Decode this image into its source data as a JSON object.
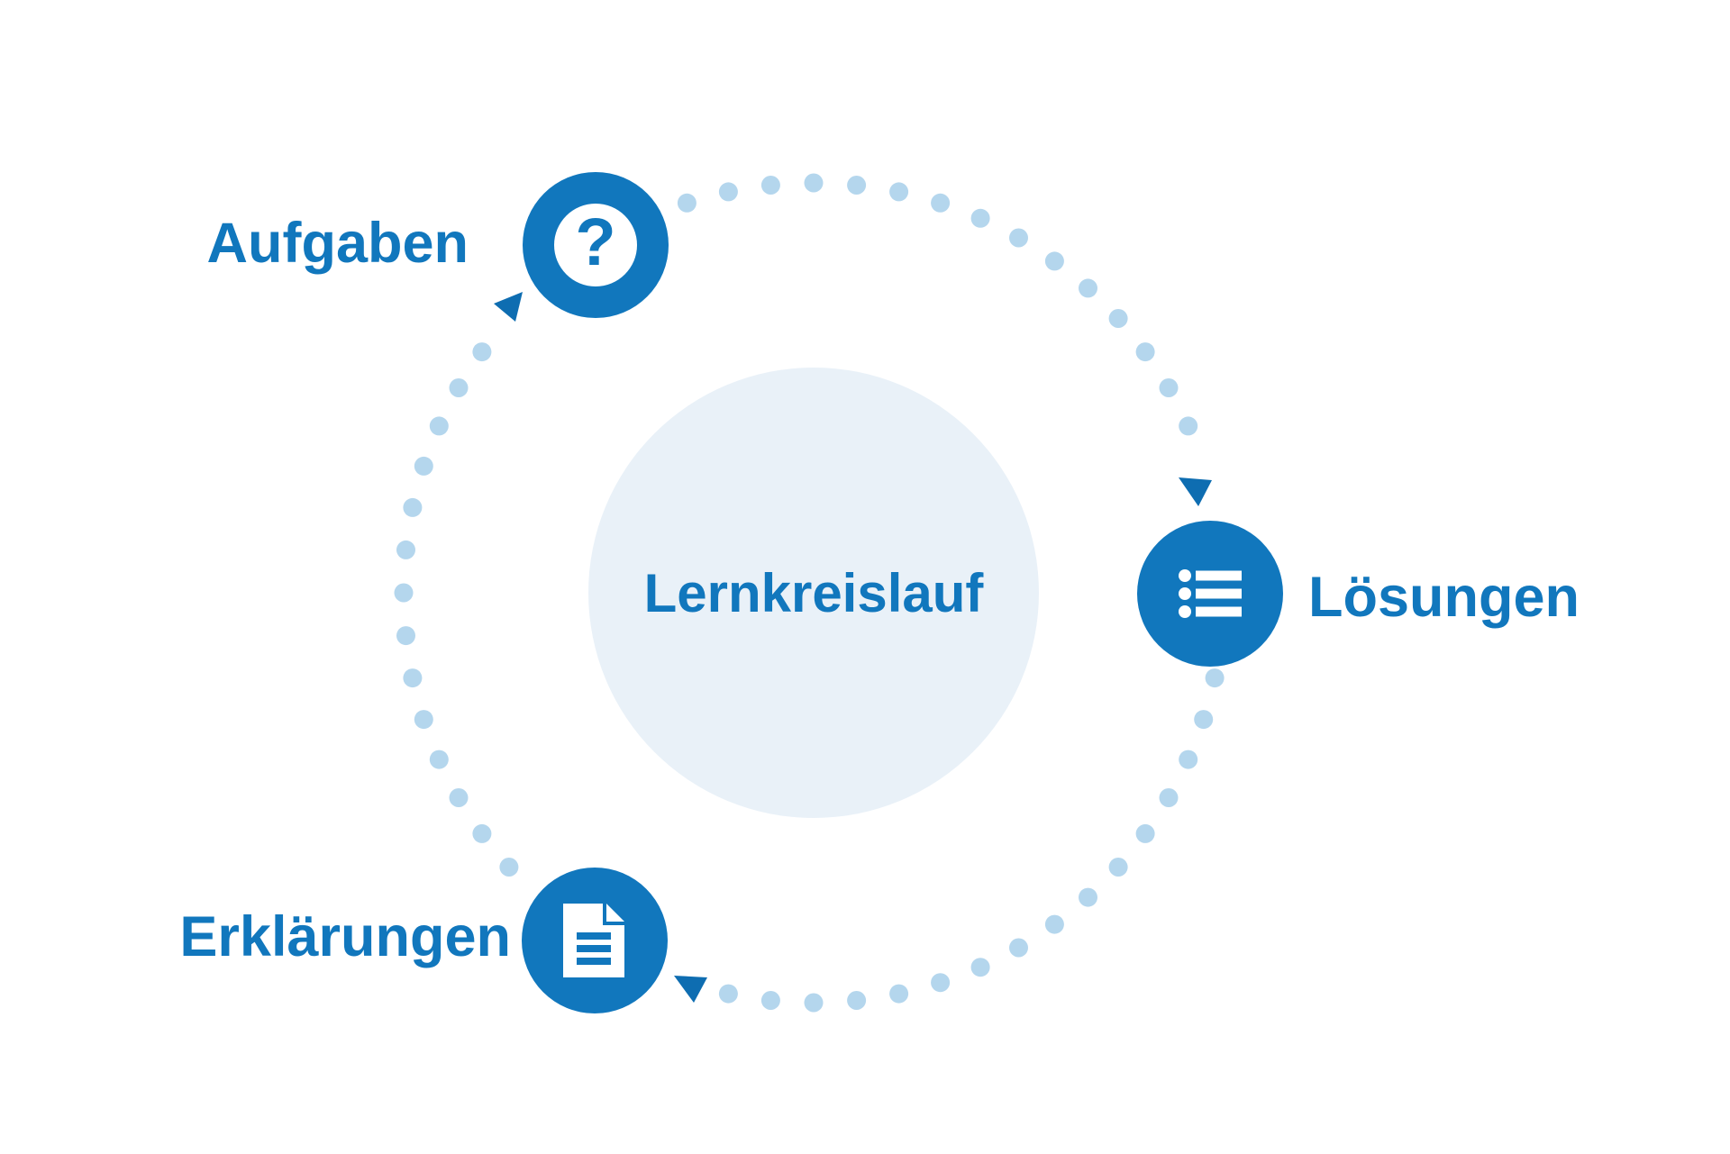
{
  "diagram": {
    "center": {
      "label": "Lernkreislauf"
    },
    "nodes": [
      {
        "id": "aufgaben",
        "label": "Aufgaben",
        "icon": "question-icon",
        "icon_glyph": "?"
      },
      {
        "id": "loesungen",
        "label": "Lösungen",
        "icon": "list-icon"
      },
      {
        "id": "erklaerungen",
        "label": "Erklärungen",
        "icon": "document-icon"
      }
    ],
    "flow": "Aufgaben → Lösungen → Erklärungen → Aufgaben",
    "colors": {
      "primary_blue": "#1177bd",
      "arrow_blue": "#0e6db1",
      "dot_blue": "#b4d6ed",
      "center_fill": "#e9f1f8",
      "background": "#ffffff"
    }
  }
}
